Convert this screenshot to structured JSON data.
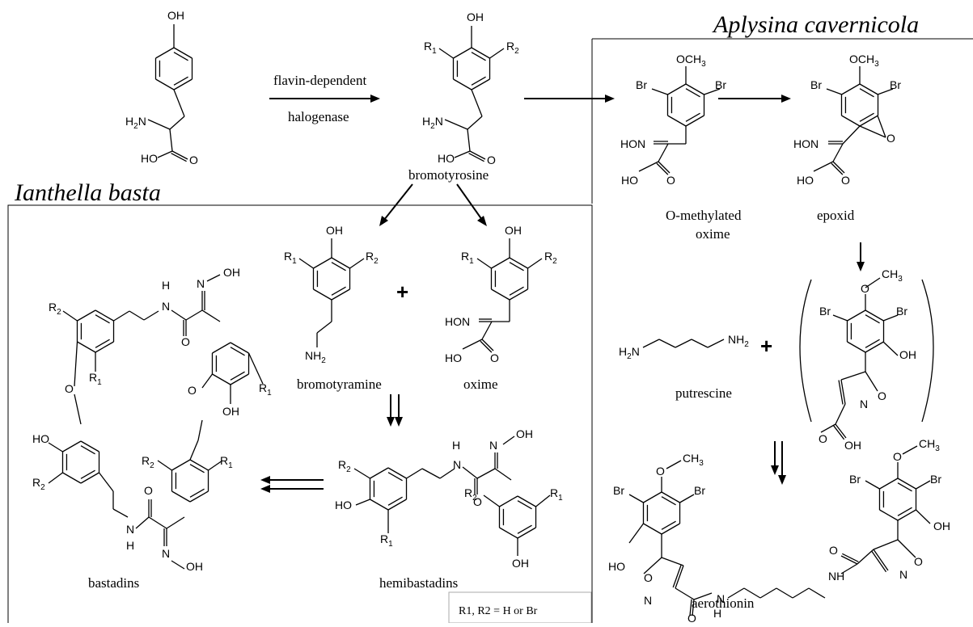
{
  "regions": {
    "aplysina_title": "Aplysina cavernicola",
    "ianthella_title": "Ianthella basta"
  },
  "enzyme": {
    "line1": "flavin-dependent",
    "line2": "halogenase"
  },
  "compounds": {
    "bromotyrosine": "bromotyrosine",
    "bromotyramine": "bromotyramine",
    "oxime": "oxime",
    "o_methylated_line1": "O-methylated",
    "o_methylated_line2": "oxime",
    "epoxid": "epoxid",
    "putrescine": "putrescine",
    "hemibastadins": "hemibastadins",
    "bastadins": "bastadins",
    "aerothionin": "aerothionin"
  },
  "plus_sign": "+",
  "legend": "R1, R2 = H or Br",
  "atoms": {
    "OH": "OH",
    "H2N": "H2N",
    "HO": "HO",
    "O": "O",
    "R1": "R1",
    "R2": "R2",
    "OCH3": "OCH3",
    "Br": "Br",
    "HON": "HON",
    "NH2": "NH2",
    "H": "H",
    "N": "N",
    "NH": "NH",
    "CH3": "CH3"
  }
}
